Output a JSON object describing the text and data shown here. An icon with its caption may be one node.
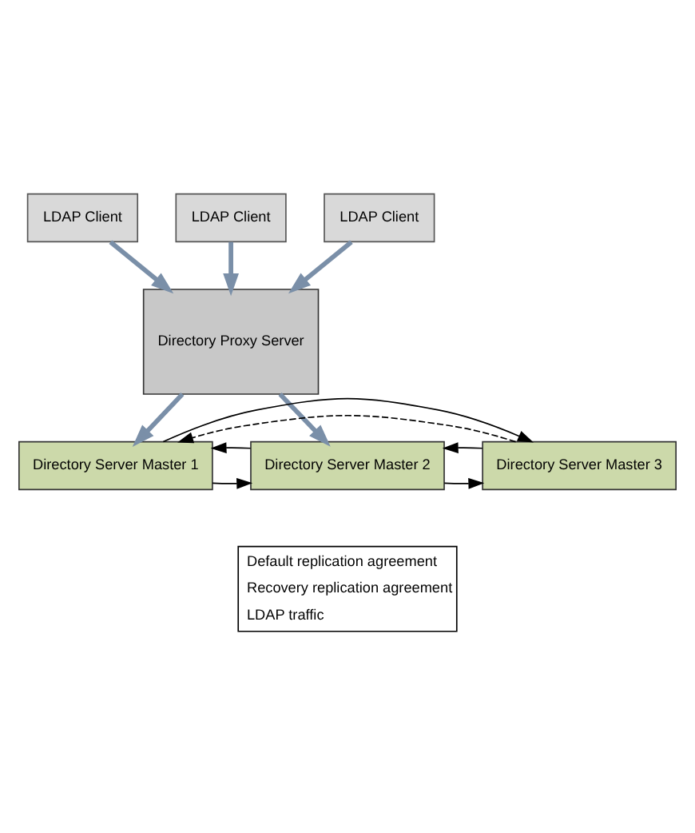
{
  "diagram": {
    "nodes": [
      {
        "text": [
          "LDAP Client"
        ]
      },
      {
        "text": [
          "LDAP Client"
        ]
      },
      {
        "text": [
          "LDAP Client"
        ]
      },
      {
        "text": [
          "Directory Proxy Server"
        ]
      },
      {
        "text": [
          "Directory Server Master 1"
        ]
      },
      {
        "text": [
          "Directory Server Master 2"
        ]
      },
      {
        "text": [
          "Directory Server Master 3"
        ]
      }
    ],
    "edges": [
      {
        "from": 0,
        "to": 3,
        "arrow": "to",
        "style": "thick",
        "color": "#7a8fa8"
      },
      {
        "from": 1,
        "to": 3,
        "arrow": "to",
        "style": "thick",
        "color": "#7a8fa8"
      },
      {
        "from": 2,
        "to": 3,
        "arrow": "to",
        "style": "thick",
        "color": "#7a8fa8"
      },
      {
        "from": 3,
        "to": 4,
        "arrow": "to",
        "style": "thick",
        "color": "#7a8fa8"
      },
      {
        "from": 3,
        "to": 5,
        "arrow": "to",
        "style": "thick",
        "color": "#7a8fa8"
      },
      {
        "from": 4,
        "to": 5,
        "arrow": "to"
      },
      {
        "from": 5,
        "to": 4,
        "arrow": "to"
      },
      {
        "from": 5,
        "to": 6,
        "arrow": "to"
      },
      {
        "from": 6,
        "to": 5,
        "arrow": "to"
      },
      {
        "from": 6,
        "to": 4,
        "arrow": "to",
        "style": "dashed"
      },
      {
        "from": 4,
        "to": 6,
        "arrow": "to"
      }
    ],
    "legend": [
      {
        "text": "Default replication agreement"
      },
      {
        "text": "Recovery replication agreement"
      },
      {
        "text": "LDAP traffic"
      }
    ]
  }
}
